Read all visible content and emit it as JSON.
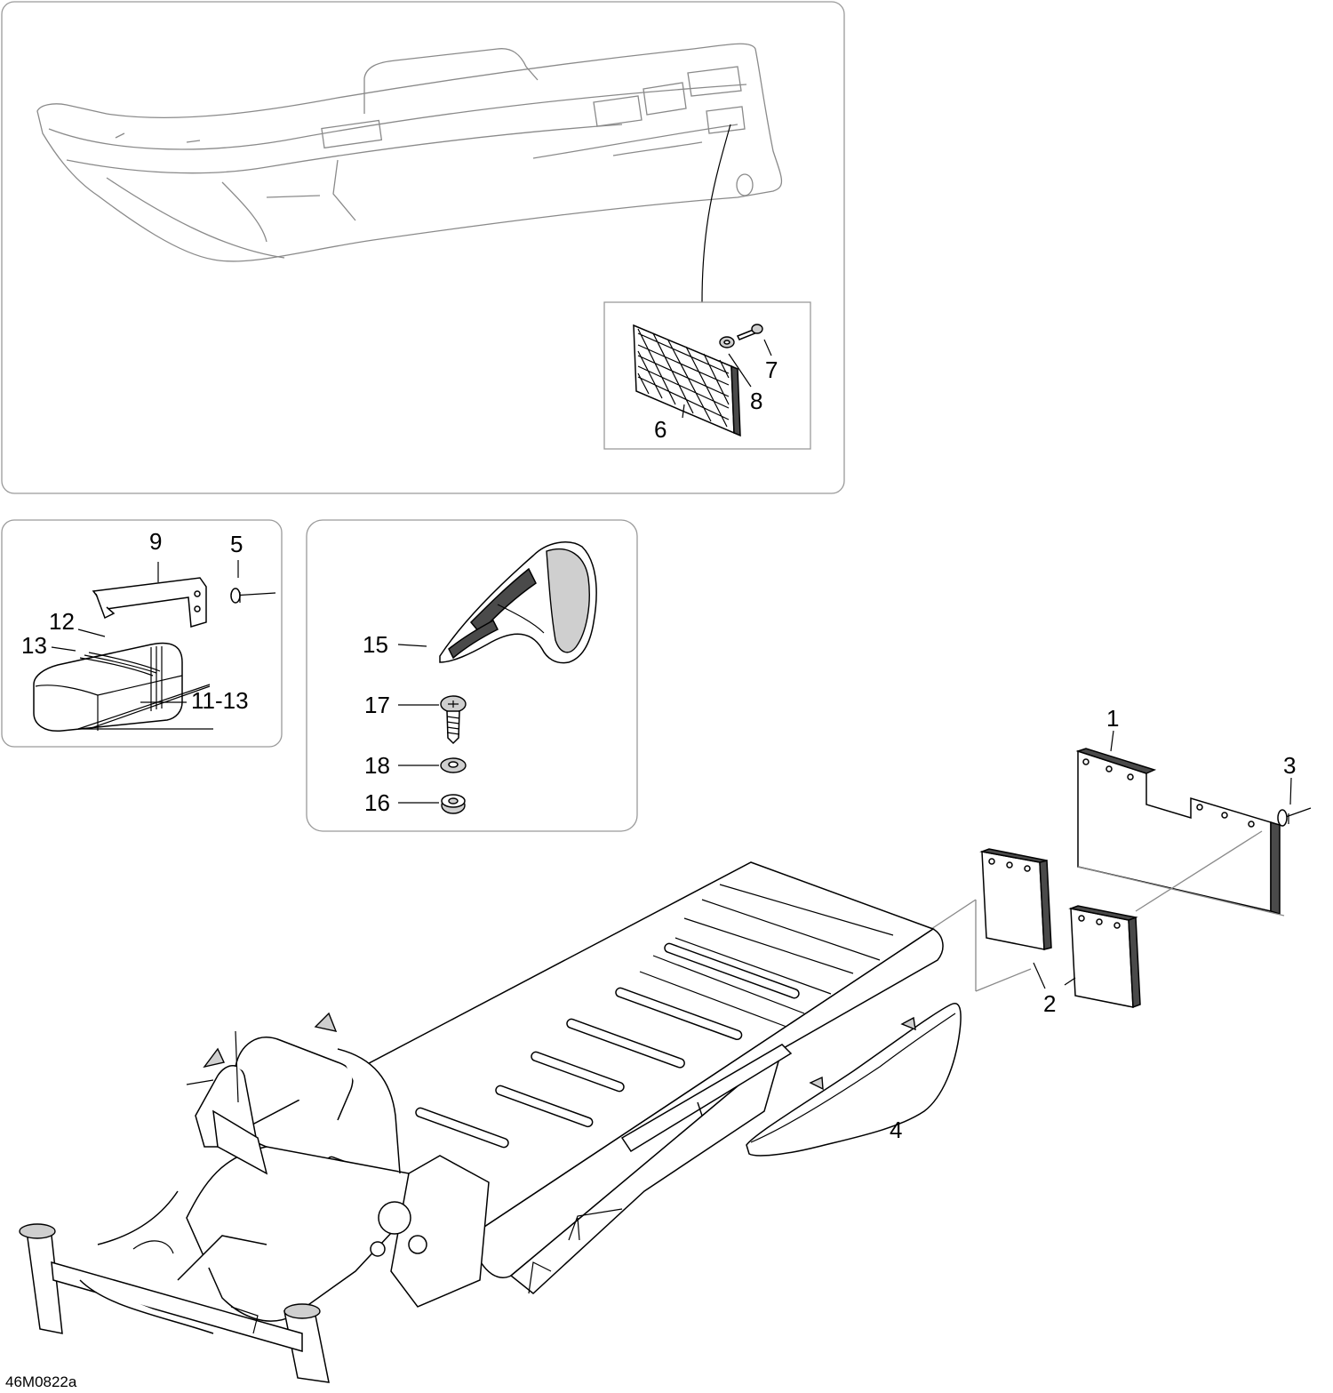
{
  "callouts": {
    "c1": "1",
    "c2": "2",
    "c3": "3",
    "c4": "4",
    "c5": "5",
    "c6": "6",
    "c7": "7",
    "c8": "8",
    "c9": "9",
    "c11_13": "11-13",
    "c12": "12",
    "c13": "13",
    "c15": "15",
    "c16": "16",
    "c17": "17",
    "c18": "18"
  },
  "reference_code": "46M0822a"
}
